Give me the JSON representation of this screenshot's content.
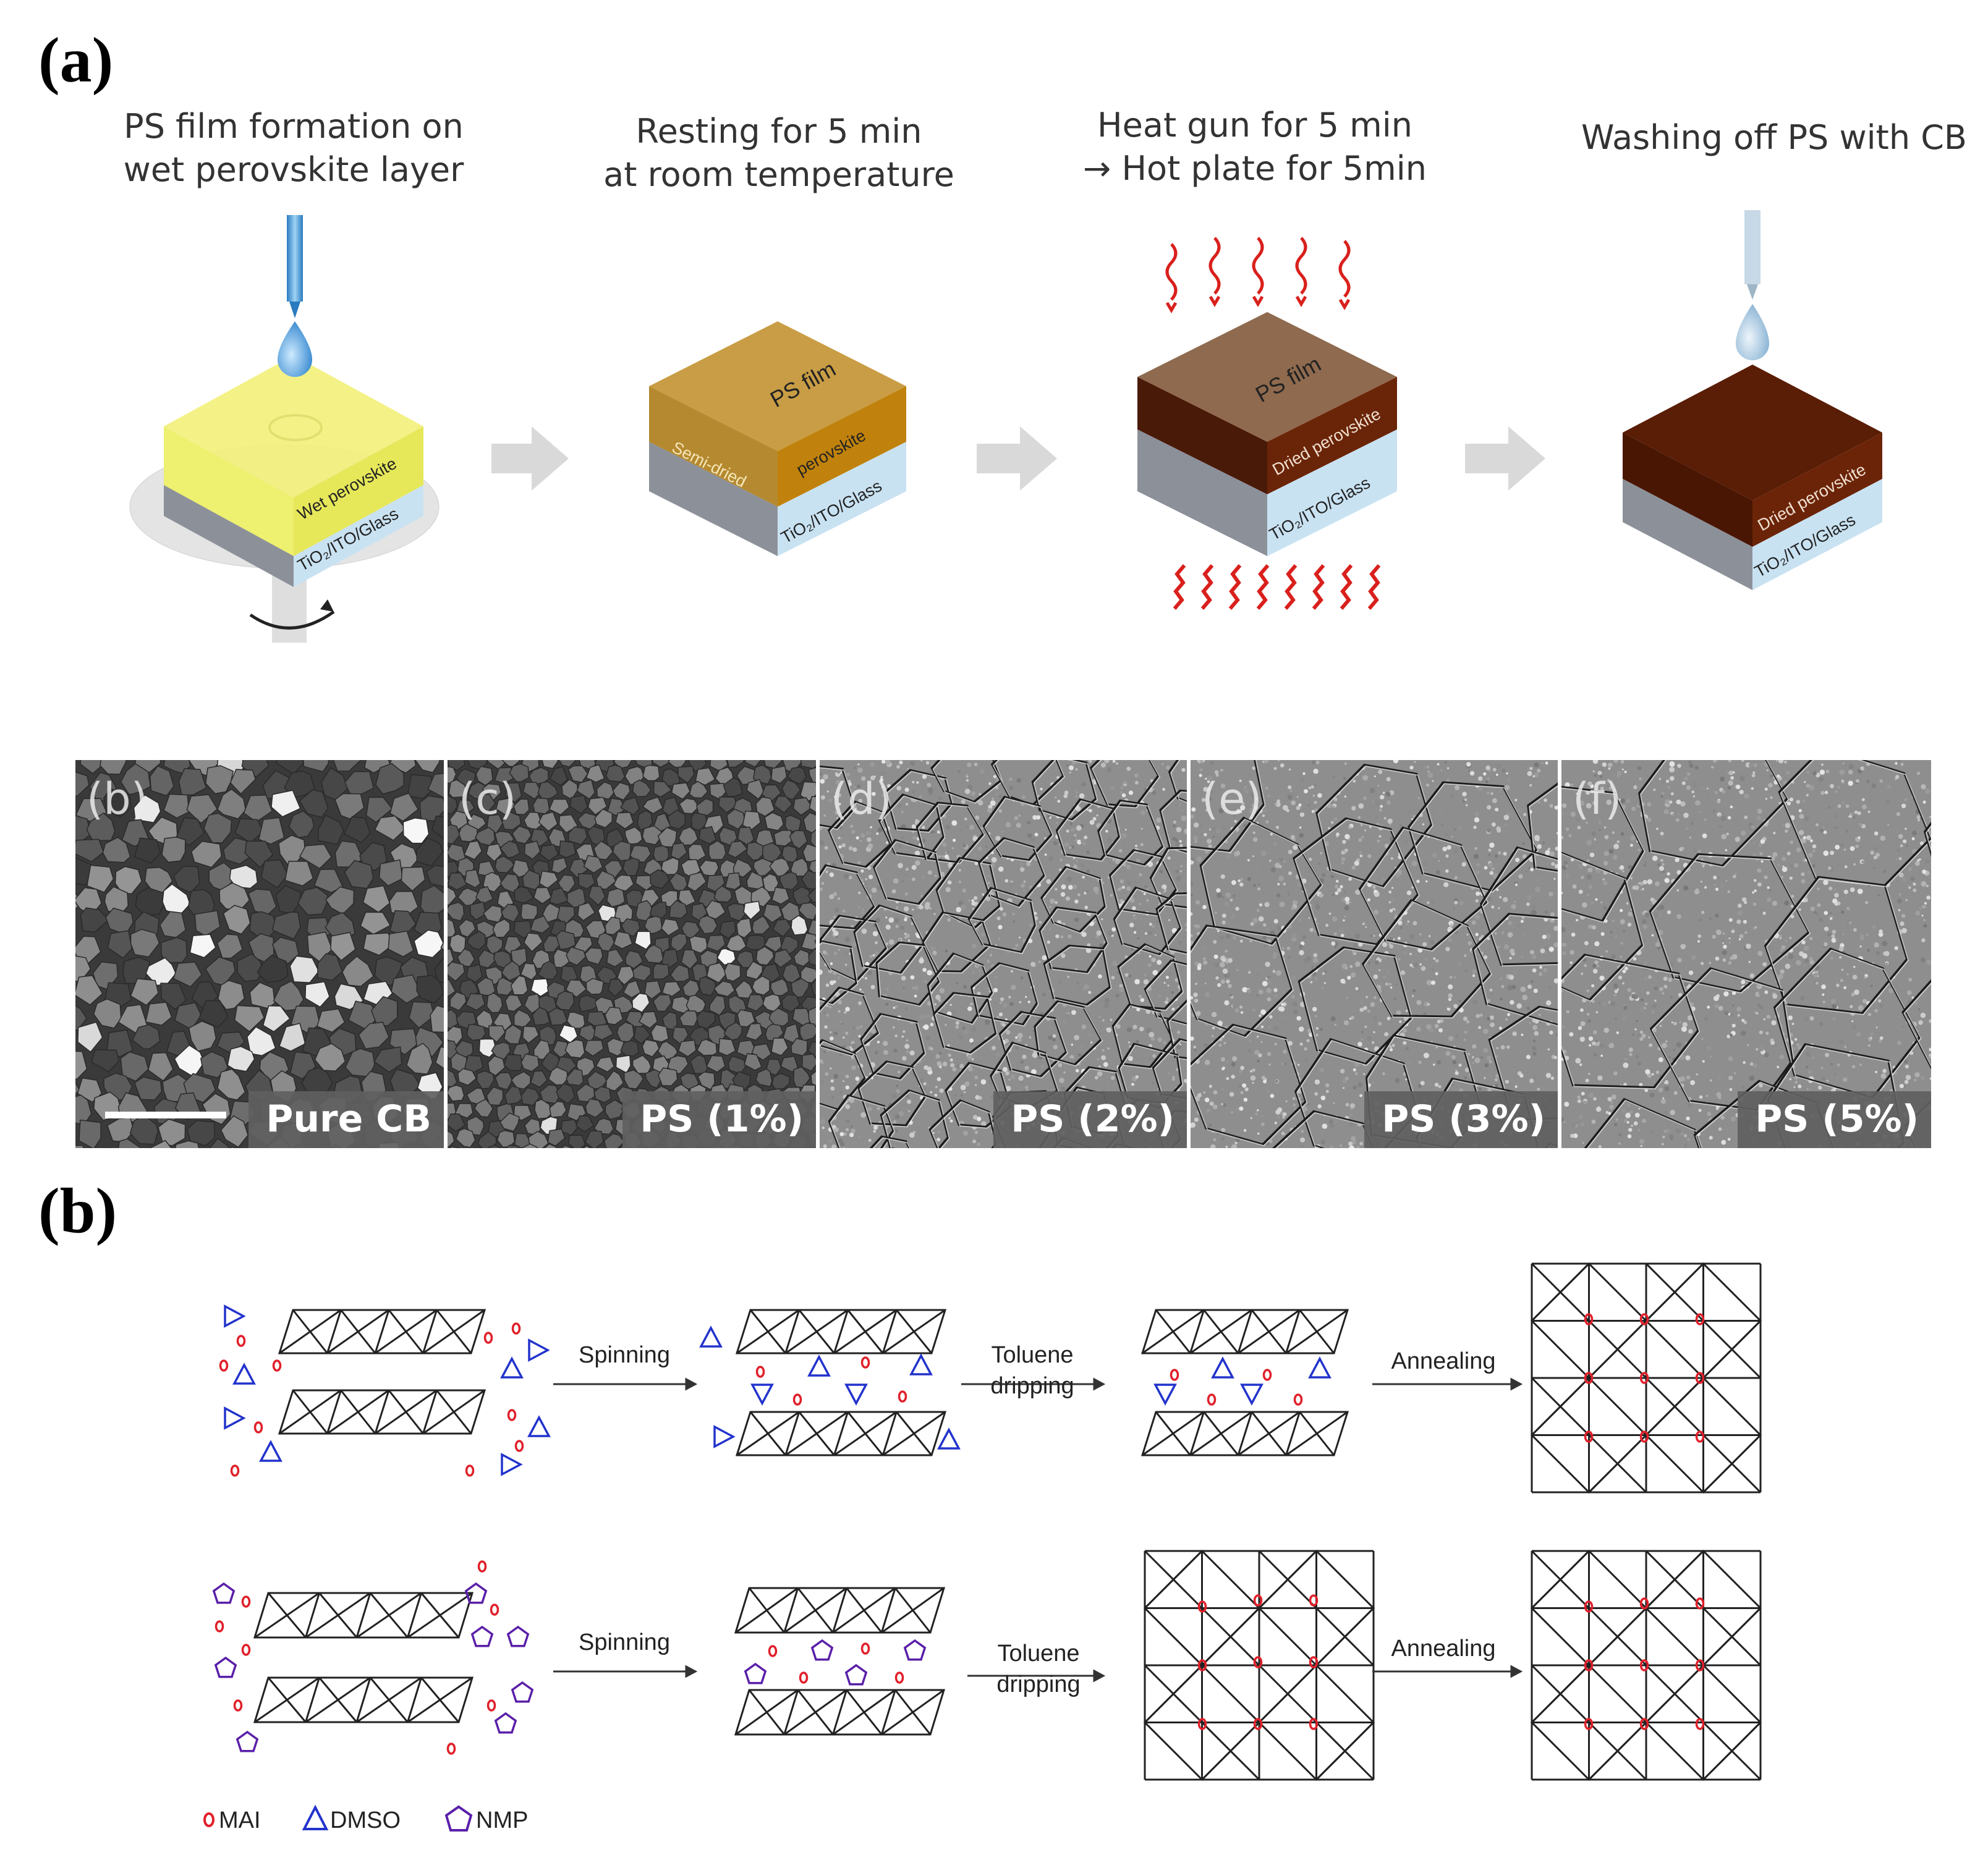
{
  "panel_a": {
    "label": "(a)",
    "steps": [
      {
        "caption_lines": [
          "PS film formation on",
          "wet perovskite layer"
        ],
        "layer_labels": {
          "top": "Wet perovskite",
          "base": "TiO₂/ITO/Glass"
        }
      },
      {
        "caption_lines": [
          "Resting for 5 min",
          "at room temperature"
        ],
        "layer_labels": {
          "film": "PS film",
          "mid_left": "Semi-dried",
          "mid_right": "perovskite",
          "base": "TiO₂/ITO/Glass"
        }
      },
      {
        "caption_lines": [
          "Heat gun for 5 min",
          "→ Hot plate for 5min"
        ],
        "layer_labels": {
          "film": "PS film",
          "mid": "Dried perovskite",
          "base": "TiO₂/ITO/Glass"
        }
      },
      {
        "caption_lines": [
          "Washing off PS with CB"
        ],
        "layer_labels": {
          "mid": "Dried perovskite",
          "base": "TiO₂/ITO/Glass"
        }
      }
    ],
    "colors": {
      "wet": "#f3f07a",
      "semi_dried": "#c89a3a",
      "film_tan": "#8f6a4e",
      "dried": "#5a1d05",
      "substrate": "#8c9199",
      "arrow": "#d9d9d9",
      "heat": "#d9201c",
      "droplet": "#4a9fd8"
    }
  },
  "sem_panels": [
    {
      "letter": "(b)",
      "tag": "Pure CB"
    },
    {
      "letter": "(c)",
      "tag": "PS (1%)"
    },
    {
      "letter": "(d)",
      "tag": "PS (2%)"
    },
    {
      "letter": "(e)",
      "tag": "PS (3%)"
    },
    {
      "letter": "(f)",
      "tag": "PS (5%)"
    }
  ],
  "panel_b": {
    "label": "(b)",
    "row1": {
      "arrow1": "Spinning",
      "arrow2_lines": [
        "Toluene",
        "dripping"
      ],
      "arrow3": "Annealing"
    },
    "row2": {
      "arrow1": "Spinning",
      "arrow2_lines": [
        "Toluene",
        "dripping"
      ],
      "arrow3": "Annealing"
    },
    "legend": {
      "mai": "MAI",
      "dmso": "DMSO",
      "nmp": "NMP"
    },
    "colors": {
      "mai": "#e0202a",
      "dmso": "#2233cc",
      "nmp": "#5a1fa8"
    }
  }
}
